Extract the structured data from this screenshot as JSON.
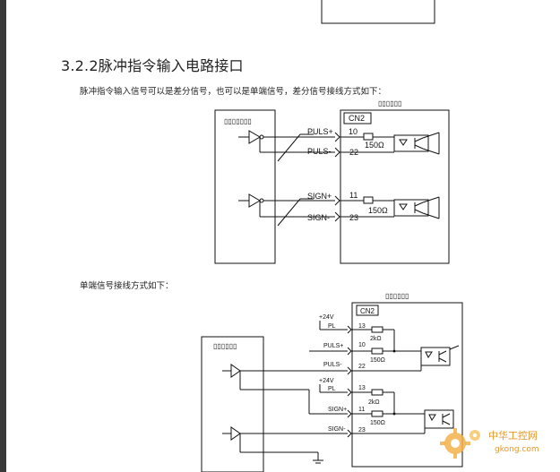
{
  "section": {
    "heading": "3.2.2脉冲指令输入电路接口",
    "diff_intro": "脉冲指令输入信号可以是差分信号，也可以是单端信号，差分信号接线方式如下：",
    "single_intro": "单端信号接线方式如下："
  },
  "diagram1": {
    "controller_label": "▯▯▯▯▯▯▯",
    "driver_label": "▯▯▯▯▯▯",
    "connector": "CN2",
    "signals": [
      "PULS+",
      "PULS-",
      "SIGN+",
      "SIGN-"
    ],
    "pins": [
      "10",
      "22",
      "11",
      "23"
    ],
    "resistors": [
      "150Ω",
      "150Ω"
    ]
  },
  "diagram2": {
    "controller_label": "▯▯▯▯▯▯",
    "driver_label": "▯▯▯▯▯▯",
    "connector": "CN2",
    "supply": [
      "+24V",
      "+24V"
    ],
    "signals": [
      "PL",
      "PULS+",
      "PULS-",
      "PL",
      "SIGN+",
      "SIGN-"
    ],
    "pins": [
      "13",
      "10",
      "22",
      "13",
      "11",
      "23"
    ],
    "resistors": [
      "2kΩ",
      "150Ω",
      "2kΩ",
      "150Ω"
    ]
  },
  "watermark": {
    "brand": "中华工控网",
    "url": "gkong.com"
  },
  "colors": {
    "line": "#111111",
    "accent": "#f0a030"
  }
}
